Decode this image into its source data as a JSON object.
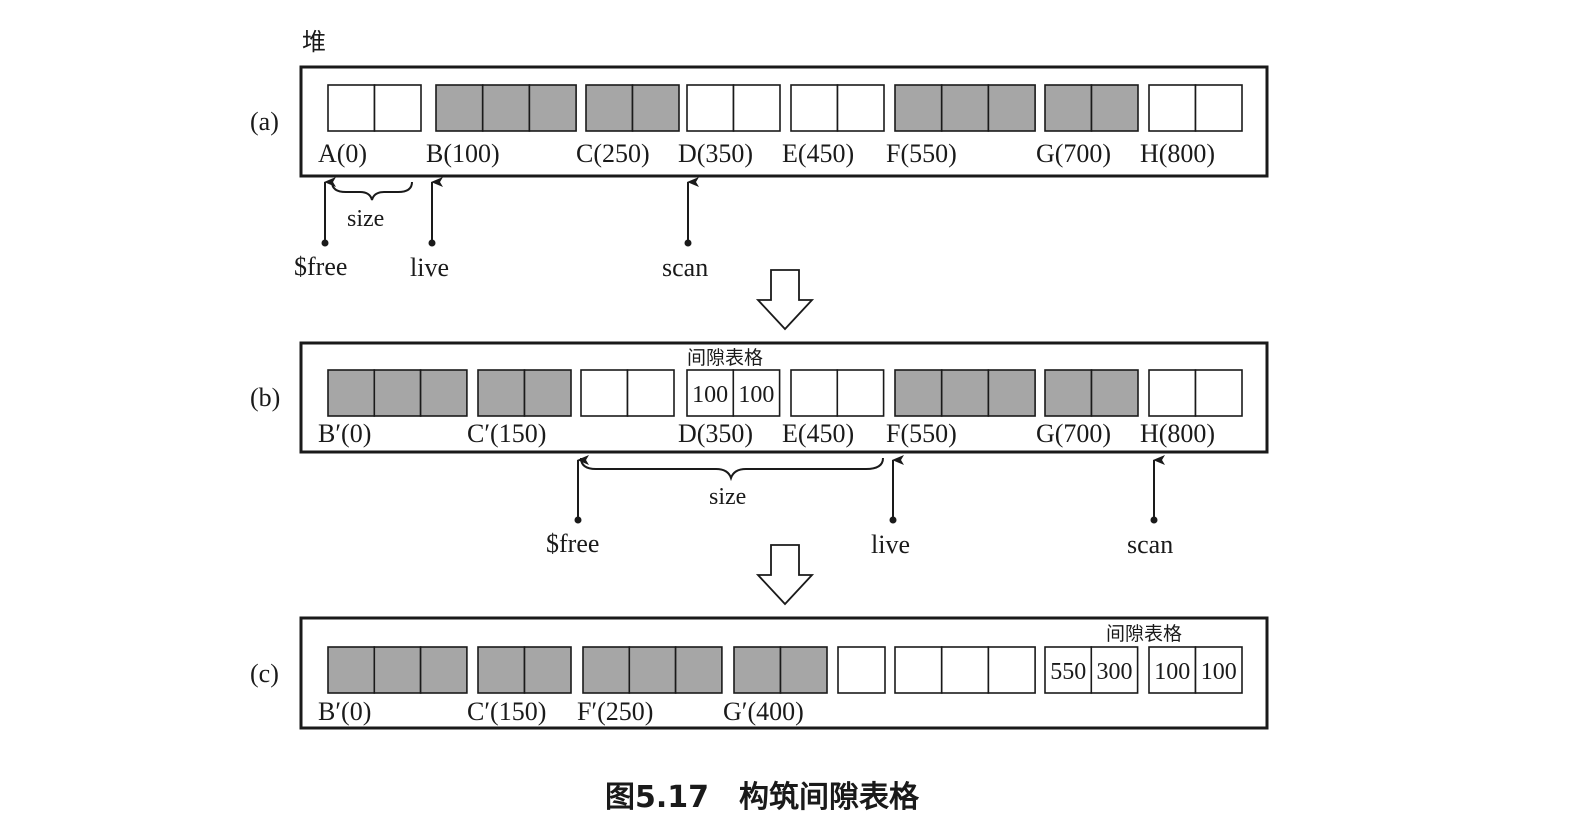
{
  "heap_label": "堆",
  "caption": "图5.17　构筑间隙表格",
  "colors": {
    "live": "#a6a6a6",
    "free": "#ffffff",
    "stroke": "#1a1a1a"
  },
  "panels": [
    {
      "label": "(a)",
      "blocks": [
        {
          "cells": 2,
          "state": "free"
        },
        {
          "cells": 3,
          "state": "live"
        },
        {
          "cells": 2,
          "state": "live"
        },
        {
          "cells": 2,
          "state": "free"
        },
        {
          "cells": 2,
          "state": "free"
        },
        {
          "cells": 3,
          "state": "live"
        },
        {
          "cells": 2,
          "state": "live"
        },
        {
          "cells": 2,
          "state": "free"
        }
      ],
      "labels": [
        "A(0)",
        "B(100)",
        "C(250)",
        "D(350)",
        "E(450)",
        "F(550)",
        "G(700)",
        "H(800)"
      ],
      "table_title": "",
      "pointers": [
        "$free",
        "live",
        "scan"
      ],
      "brace_label": "size"
    },
    {
      "label": "(b)",
      "blocks": [
        {
          "cells": 3,
          "state": "live"
        },
        {
          "cells": 2,
          "state": "live"
        },
        {
          "cells": 2,
          "state": "free"
        },
        {
          "cells": 2,
          "state": "free",
          "values": [
            "100",
            "100"
          ]
        },
        {
          "cells": 2,
          "state": "free"
        },
        {
          "cells": 3,
          "state": "live"
        },
        {
          "cells": 2,
          "state": "live"
        },
        {
          "cells": 2,
          "state": "free"
        }
      ],
      "labels": [
        "B′(0)",
        "C′(150)",
        "D(350)",
        "E(450)",
        "F(550)",
        "G(700)",
        "H(800)"
      ],
      "table_title": "间隙表格",
      "pointers": [
        "$free",
        "live",
        "scan"
      ],
      "brace_label": "size"
    },
    {
      "label": "(c)",
      "blocks": [
        {
          "cells": 3,
          "state": "live"
        },
        {
          "cells": 2,
          "state": "live"
        },
        {
          "cells": 3,
          "state": "live"
        },
        {
          "cells": 2,
          "state": "live"
        },
        {
          "cells": 1,
          "state": "free"
        },
        {
          "cells": 3,
          "state": "free"
        },
        {
          "cells": 2,
          "state": "free",
          "values": [
            "550",
            "300"
          ]
        },
        {
          "cells": 2,
          "state": "free",
          "values": [
            "100",
            "100"
          ]
        }
      ],
      "labels": [
        "B′(0)",
        "C′(150)",
        "F′(250)",
        "G′(400)"
      ],
      "table_title": "间隙表格",
      "pointers": [],
      "brace_label": ""
    }
  ]
}
